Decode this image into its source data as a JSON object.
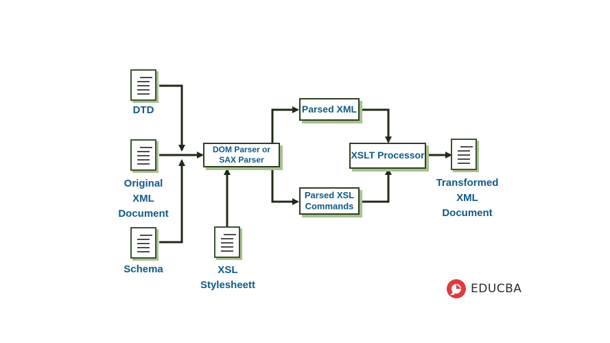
{
  "nodes": {
    "dtd": "DTD",
    "original_xml": [
      "Original",
      "XML",
      "Document"
    ],
    "schema": "Schema",
    "xsl_stylesheet": [
      "XSL",
      "Stylesheett"
    ],
    "parser": [
      "DOM Parser or",
      "SAX Parser"
    ],
    "parsed_xml": "Parsed XML",
    "parsed_xsl": [
      "Parsed XSL",
      "Commands"
    ],
    "xslt_processor": "XSLT Processor",
    "transformed_xml": [
      "Transformed",
      "XML",
      "Document"
    ]
  },
  "logo": {
    "text": "EDUCBA",
    "icon": "educba-logo-icon"
  },
  "colors": {
    "text": "#0f5a86",
    "arrow": "#1e2a16",
    "shadow": "#a9c18f",
    "logo_red": "#e03a3e"
  }
}
